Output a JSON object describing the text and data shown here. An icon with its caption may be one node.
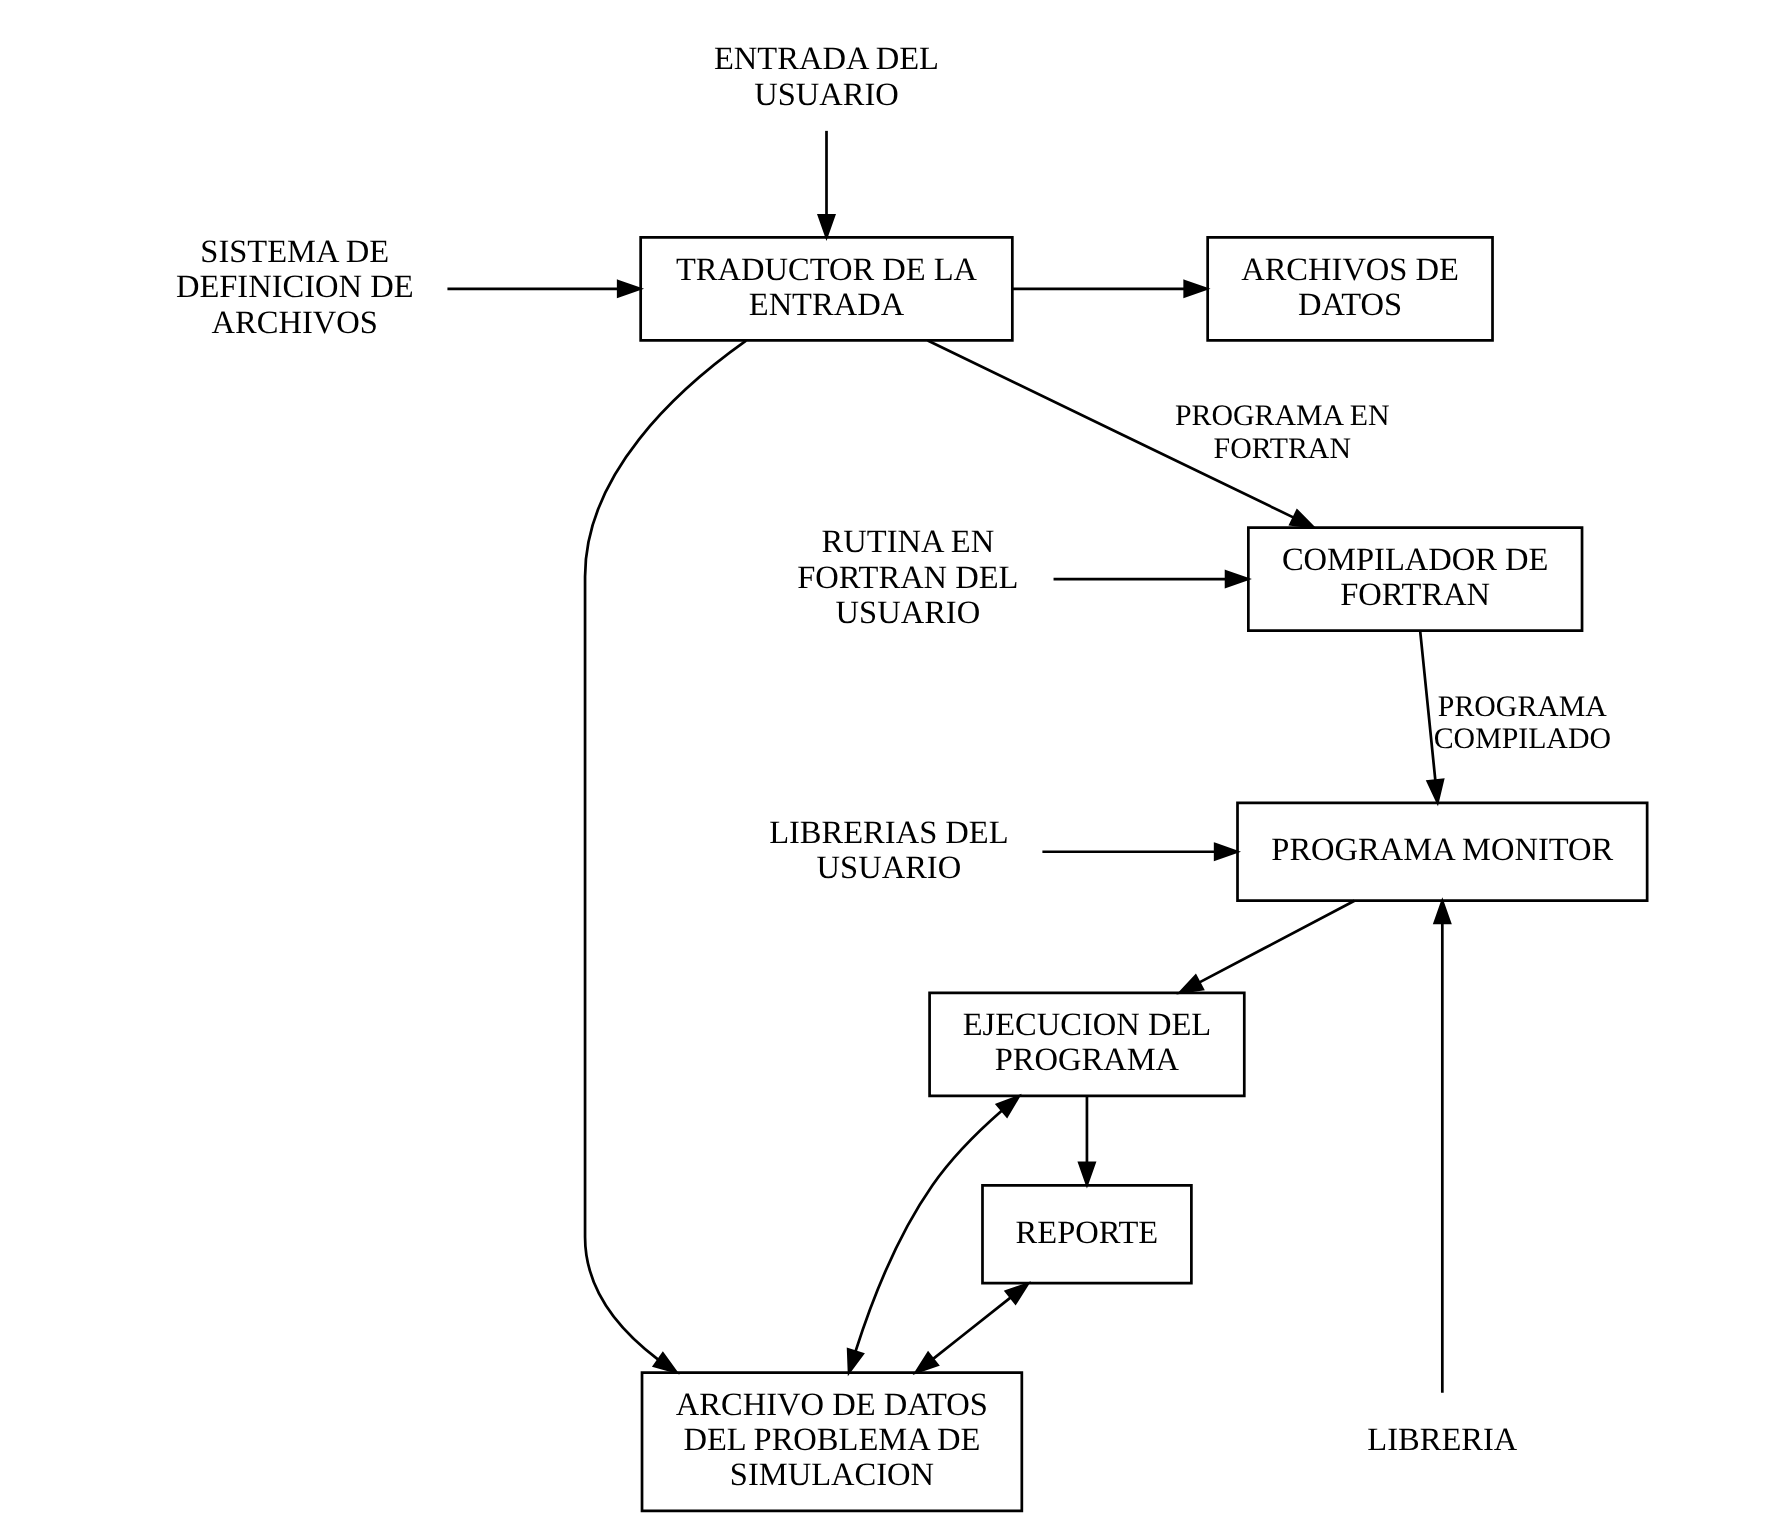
{
  "diagram": {
    "nodes": [
      {
        "text": [
          "ENTRADA DEL USUARIO"
        ]
      },
      {
        "text": [
          "SISTEMA DE DEFINICION DE ARCHIVOS"
        ]
      },
      {
        "text": [
          "TRADUCTOR DE LA ENTRADA"
        ]
      },
      {
        "text": [
          "ARCHIVOS DE DATOS"
        ]
      },
      {
        "text": [
          "RUTINA EN FORTRAN DEL USUARIO"
        ]
      },
      {
        "text": [
          "COMPILADOR DE FORTRAN"
        ]
      },
      {
        "text": [
          "LIBRERIAS DEL USUARIO"
        ]
      },
      {
        "text": [
          "LIBRERIA"
        ]
      },
      {
        "text": [
          "PROGRAMA MONITOR"
        ]
      },
      {
        "text": [
          "ARCHIVO DE DATOS DEL PROBLEMA DE SIMULACION"
        ]
      },
      {
        "text": [
          "EJECUCION DEL PROGRAMA"
        ]
      },
      {
        "text": [
          "REPORTE"
        ]
      }
    ],
    "edges": [
      {
        "from": 0,
        "to": 2,
        "arrow": "to"
      },
      {
        "from": 1,
        "to": 2,
        "arrow": "to"
      },
      {
        "from": 2,
        "to": 3,
        "arrow": "to"
      },
      {
        "from": 2,
        "to": 9,
        "arrow": "to"
      },
      {
        "from": 2,
        "to": 5,
        "arrow": "to",
        "label": "PROGRAMA EN FORTRAN"
      },
      {
        "from": 4,
        "to": 5,
        "arrow": "to"
      },
      {
        "from": 5,
        "to": 8,
        "arrow": "to",
        "label": "PROGRAMA COMPILADO"
      },
      {
        "from": 6,
        "to": 8,
        "arrow": "to"
      },
      {
        "from": 7,
        "to": 8,
        "arrow": "to"
      },
      {
        "from": 8,
        "to": 10,
        "arrow": "to"
      },
      {
        "from": 10,
        "to": 9,
        "arrow": "both"
      },
      {
        "from": 10,
        "to": 11,
        "arrow": "to"
      },
      {
        "from": 11,
        "to": 9,
        "arrow": "both"
      }
    ]
  }
}
